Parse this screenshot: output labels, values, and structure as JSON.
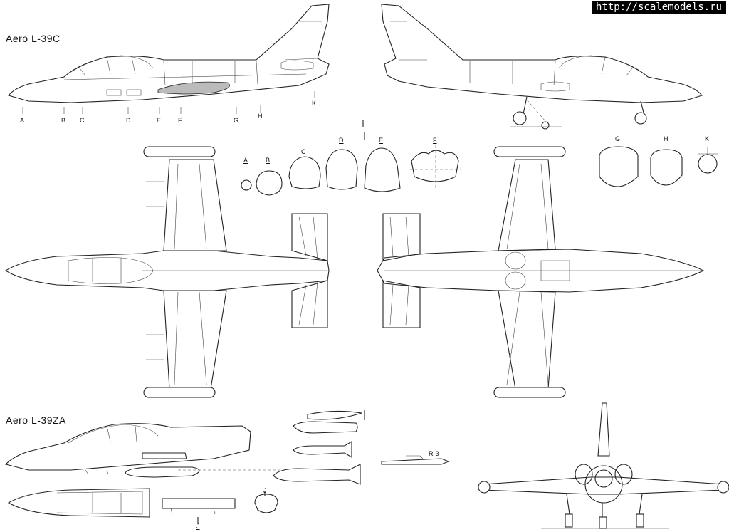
{
  "watermark": "http://scalemodels.ru",
  "titles": {
    "top": "Aero  L-39C",
    "bottom": "Aero  L-39ZA"
  },
  "stations": [
    "A",
    "B",
    "C",
    "D",
    "E",
    "F",
    "G",
    "H",
    "K"
  ],
  "sections": [
    "A",
    "B",
    "C",
    "D",
    "E",
    "F",
    "G",
    "H",
    "K"
  ],
  "store_label": "R-3",
  "cut_label": "J"
}
